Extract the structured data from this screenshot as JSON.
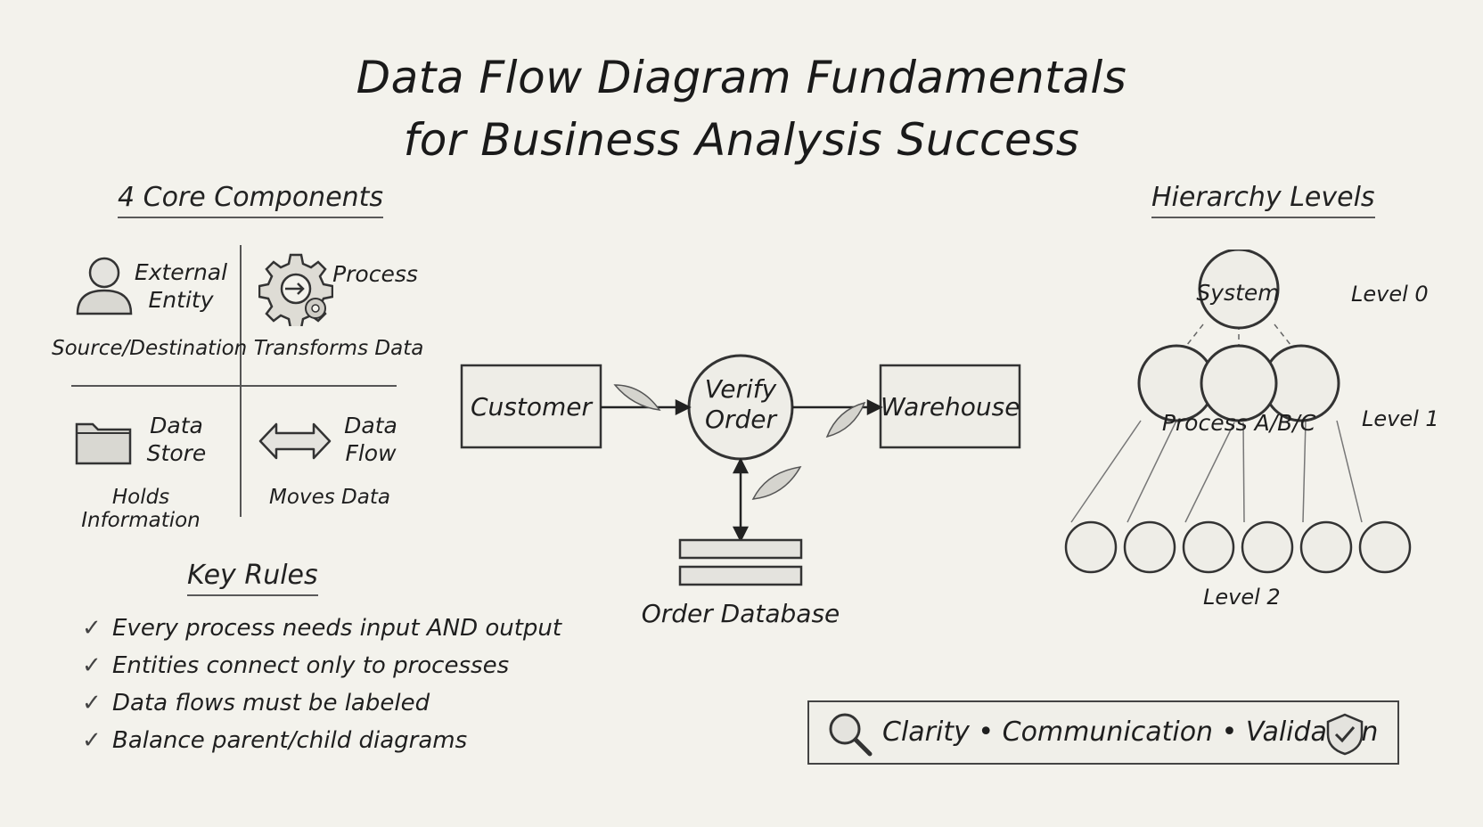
{
  "title": {
    "line1": "Data Flow Diagram Fundamentals",
    "line2": "for Business Analysis Success"
  },
  "components": {
    "heading": "4 Core Components",
    "items": [
      {
        "label_line1": "External",
        "label_line2": "Entity",
        "sub": "Source/Destination",
        "icon": "person-icon"
      },
      {
        "label_line1": "Process",
        "label_line2": "",
        "sub": "Transforms Data",
        "icon": "gear-icon"
      },
      {
        "label_line1": "Data",
        "label_line2": "Store",
        "sub": "Holds Information",
        "icon": "folder-icon"
      },
      {
        "label_line1": "Data",
        "label_line2": "Flow",
        "sub": "Moves Data",
        "icon": "double-arrow-icon"
      }
    ]
  },
  "rules": {
    "heading": "Key Rules",
    "check_mark": "✓",
    "items": [
      "Every process needs input AND output",
      "Entities connect only to processes",
      "Data flows must be labeled",
      "Balance parent/child diagrams"
    ]
  },
  "example": {
    "entity_left": "Customer",
    "process_line1": "Verify",
    "process_line2": "Order",
    "entity_right": "Warehouse",
    "store": "Order Database"
  },
  "hierarchy": {
    "heading": "Hierarchy Levels",
    "top_node": "System",
    "level0": "Level 0",
    "mid_node": "Process A/B/C",
    "level1": "Level 1",
    "level2": "Level 2"
  },
  "footer": {
    "text": "Clarity • Communication • Validation",
    "left_icon": "magnifier-icon",
    "right_icon": "shield-check-icon"
  }
}
